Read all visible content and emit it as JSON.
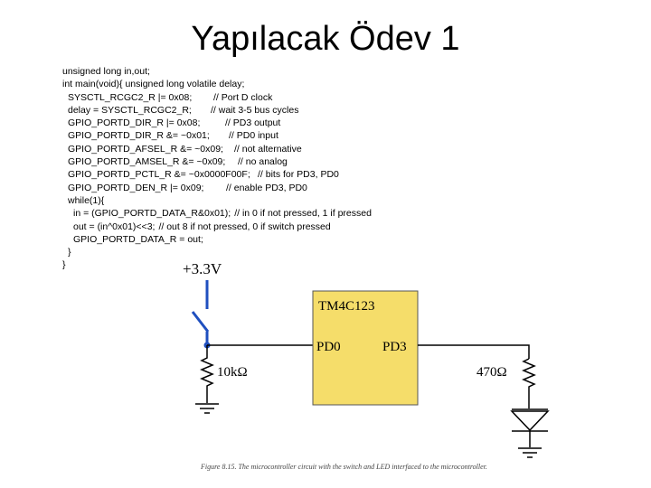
{
  "slide": {
    "title": "Yapılacak Ödev 1"
  },
  "code_lines": [
    {
      "text": "unsigned long in,out;",
      "comment": "",
      "indent": 0
    },
    {
      "text": "int main(void){ unsigned long volatile delay;",
      "comment": "",
      "indent": 0
    },
    {
      "text": "SYSCTL_RCGC2_R |= 0x08;",
      "comment": "// Port D clock",
      "indent": 1
    },
    {
      "text": "delay = SYSCTL_RCGC2_R;",
      "comment": "// wait 3-5 bus cycles",
      "indent": 1
    },
    {
      "text": "GPIO_PORTD_DIR_R |= 0x08;",
      "comment": "// PD3 output",
      "indent": 1
    },
    {
      "text": "GPIO_PORTD_DIR_R &= ~0x01;",
      "comment": "// PD0 input",
      "indent": 1
    },
    {
      "text": "GPIO_PORTD_AFSEL_R &= ~0x09;",
      "comment": "// not alternative",
      "indent": 1
    },
    {
      "text": "GPIO_PORTD_AMSEL_R &= ~0x09;",
      "comment": "// no analog",
      "indent": 1
    },
    {
      "text": "GPIO_PORTD_PCTL_R &= ~0x0000F00F;",
      "comment": "// bits for PD3, PD0",
      "indent": 1
    },
    {
      "text": "GPIO_PORTD_DEN_R |= 0x09;",
      "comment": "// enable PD3, PD0",
      "indent": 1
    },
    {
      "text": "while(1){",
      "comment": "",
      "indent": 1
    },
    {
      "text": "in = (GPIO_PORTD_DATA_R&0x01);",
      "comment": "// in 0 if not pressed, 1 if pressed",
      "indent": 2
    },
    {
      "text": "out = (in^0x01)<<3;",
      "comment": "// out 8 if not pressed, 0 if switch pressed",
      "indent": 2
    },
    {
      "text": "GPIO_PORTD_DATA_R = out;",
      "comment": "",
      "indent": 2
    },
    {
      "text": "}",
      "comment": "",
      "indent": 1
    },
    {
      "text": "}",
      "comment": "",
      "indent": 0
    }
  ],
  "circuit": {
    "supply_label": "+3.3V",
    "chip_label": "TM4C123",
    "pin_in_label": "PD0",
    "pin_out_label": "PD3",
    "pullup_label": "10kΩ",
    "led_resistor_label": "470Ω",
    "caption": "Figure 8.15. The microcontroller circuit with the switch and LED interfaced to the microcontroller.",
    "colors": {
      "chip_fill": "#f5dd6a",
      "switch": "#1f4fbf",
      "wire": "#000000"
    }
  }
}
